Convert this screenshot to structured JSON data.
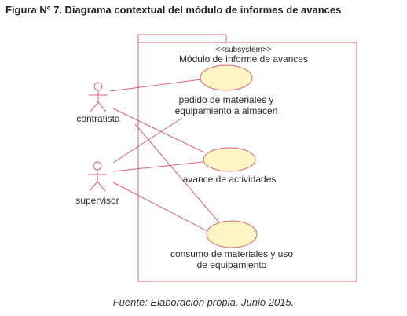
{
  "figure": {
    "title": "Figura Nº 7. Diagrama contextual del módulo de informes de avances",
    "source": "Fuente: Elaboración propia. Junio 2015."
  },
  "diagram": {
    "subsystem": {
      "stereotype": "<<subsystem>>",
      "name": "Módulo de informe de avances"
    },
    "actors": [
      {
        "id": "contratista",
        "label": "contratista"
      },
      {
        "id": "supervisor",
        "label": "supervisor"
      }
    ],
    "use_cases": [
      {
        "id": "pedido",
        "label_lines": [
          "pedido de materiales y",
          "equipamiento a almacen"
        ]
      },
      {
        "id": "avance",
        "label_lines": [
          "avance de actividades"
        ]
      },
      {
        "id": "consumo",
        "label_lines": [
          "consumo de materiales y uso",
          "de equipamiento"
        ]
      }
    ],
    "associations": [
      {
        "actor": "contratista",
        "use_case": "pedido"
      },
      {
        "actor": "contratista",
        "use_case": "avance"
      },
      {
        "actor": "contratista",
        "use_case": "consumo"
      },
      {
        "actor": "supervisor",
        "use_case": "pedido"
      },
      {
        "actor": "supervisor",
        "use_case": "avance"
      },
      {
        "actor": "supervisor",
        "use_case": "consumo"
      }
    ],
    "colors": {
      "line": "#d9607a",
      "ellipse_fill": "#fdf6c3",
      "text": "#2a2a2a"
    }
  }
}
